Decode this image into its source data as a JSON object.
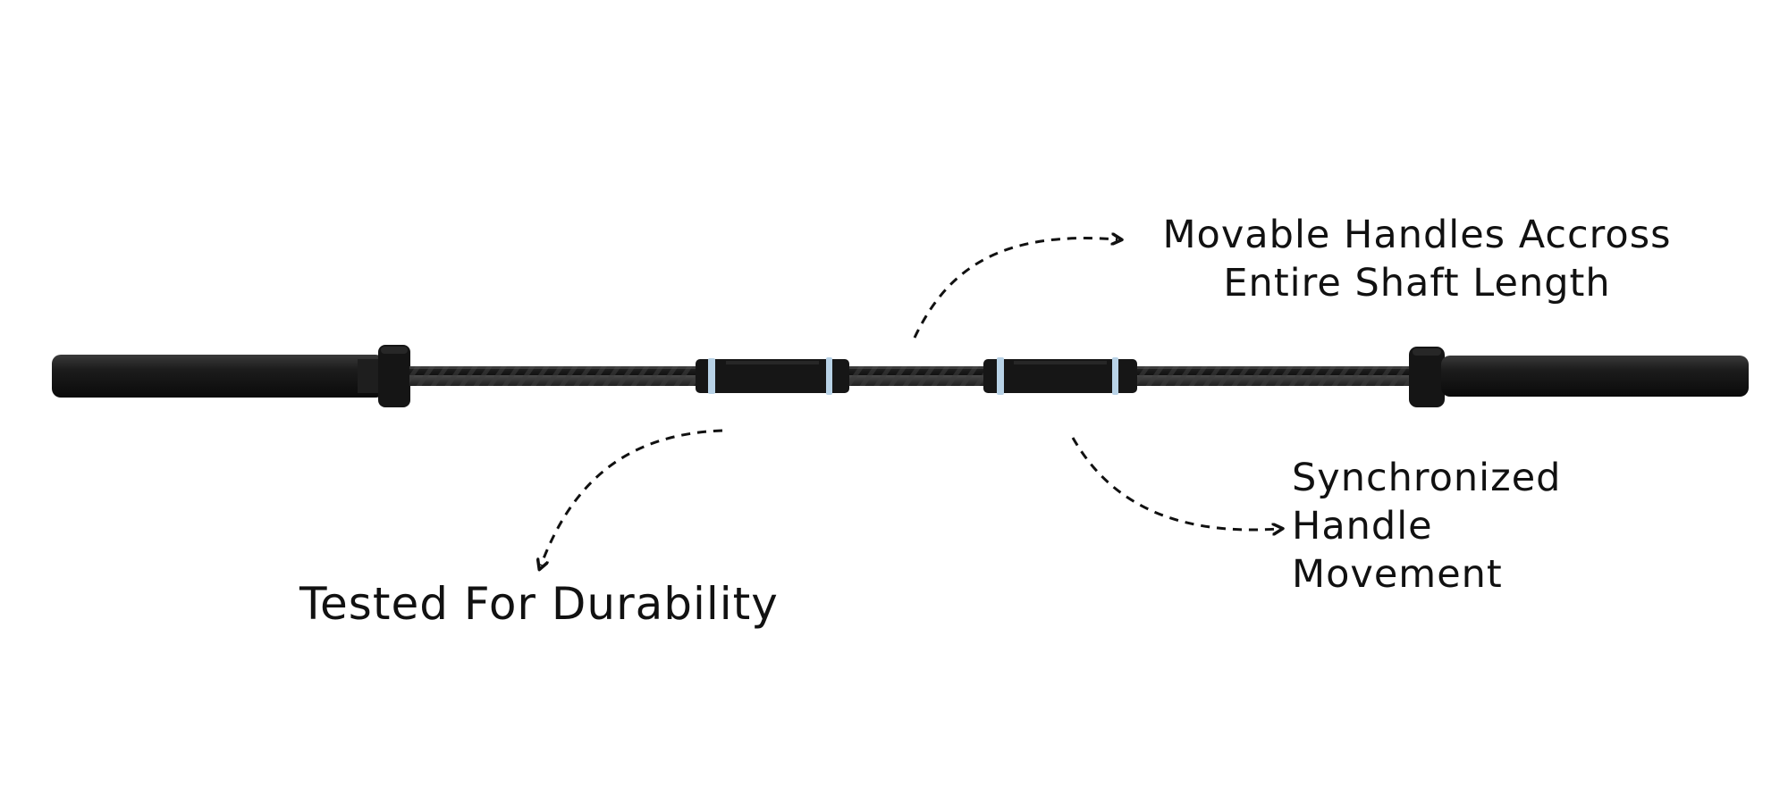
{
  "callouts": {
    "movable_handles": {
      "line1": "Movable Handles Accross",
      "line2": "Entire Shaft Length"
    },
    "synchronized": {
      "line1": "Synchronized",
      "line2": "Handle",
      "line3": "Movement"
    },
    "tested": {
      "text": "Tested For Durability"
    }
  },
  "colors": {
    "background": "#ffffff",
    "text": "#111111",
    "bar": "#1a1a1a",
    "handle_ring": "#b8d2e6"
  }
}
